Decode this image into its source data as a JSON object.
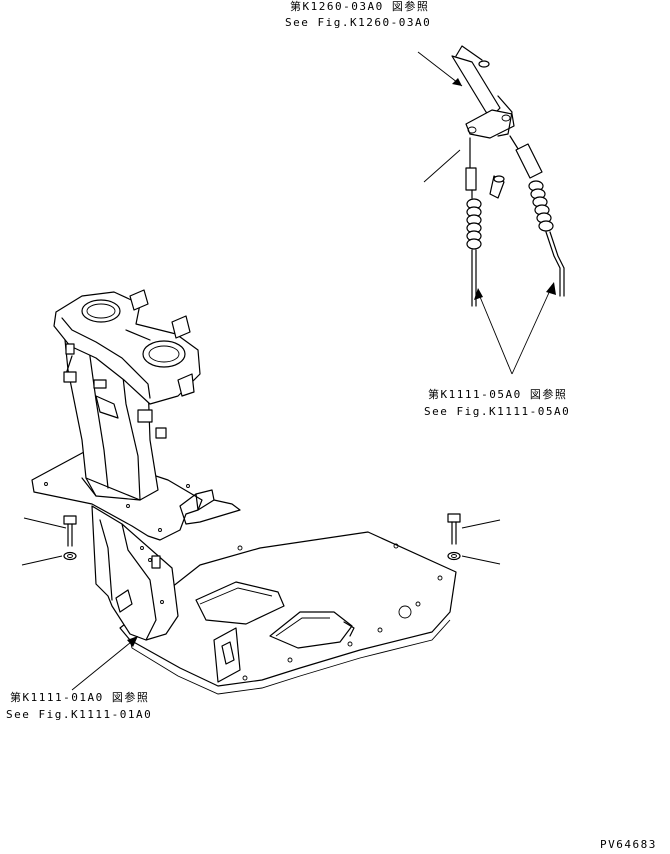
{
  "callouts": {
    "top_ref_jp": "第K1260-03A0 図参照",
    "top_ref_en": "See Fig.K1260-03A0",
    "mid_ref_jp": "第K1111-05A0 図参照",
    "mid_ref_en": "See Fig.K1111-05A0",
    "bottom_ref_jp": "第K1111-01A0 図参照",
    "bottom_ref_en": "See Fig.K1111-01A0"
  },
  "drawing_id": "PV64683"
}
